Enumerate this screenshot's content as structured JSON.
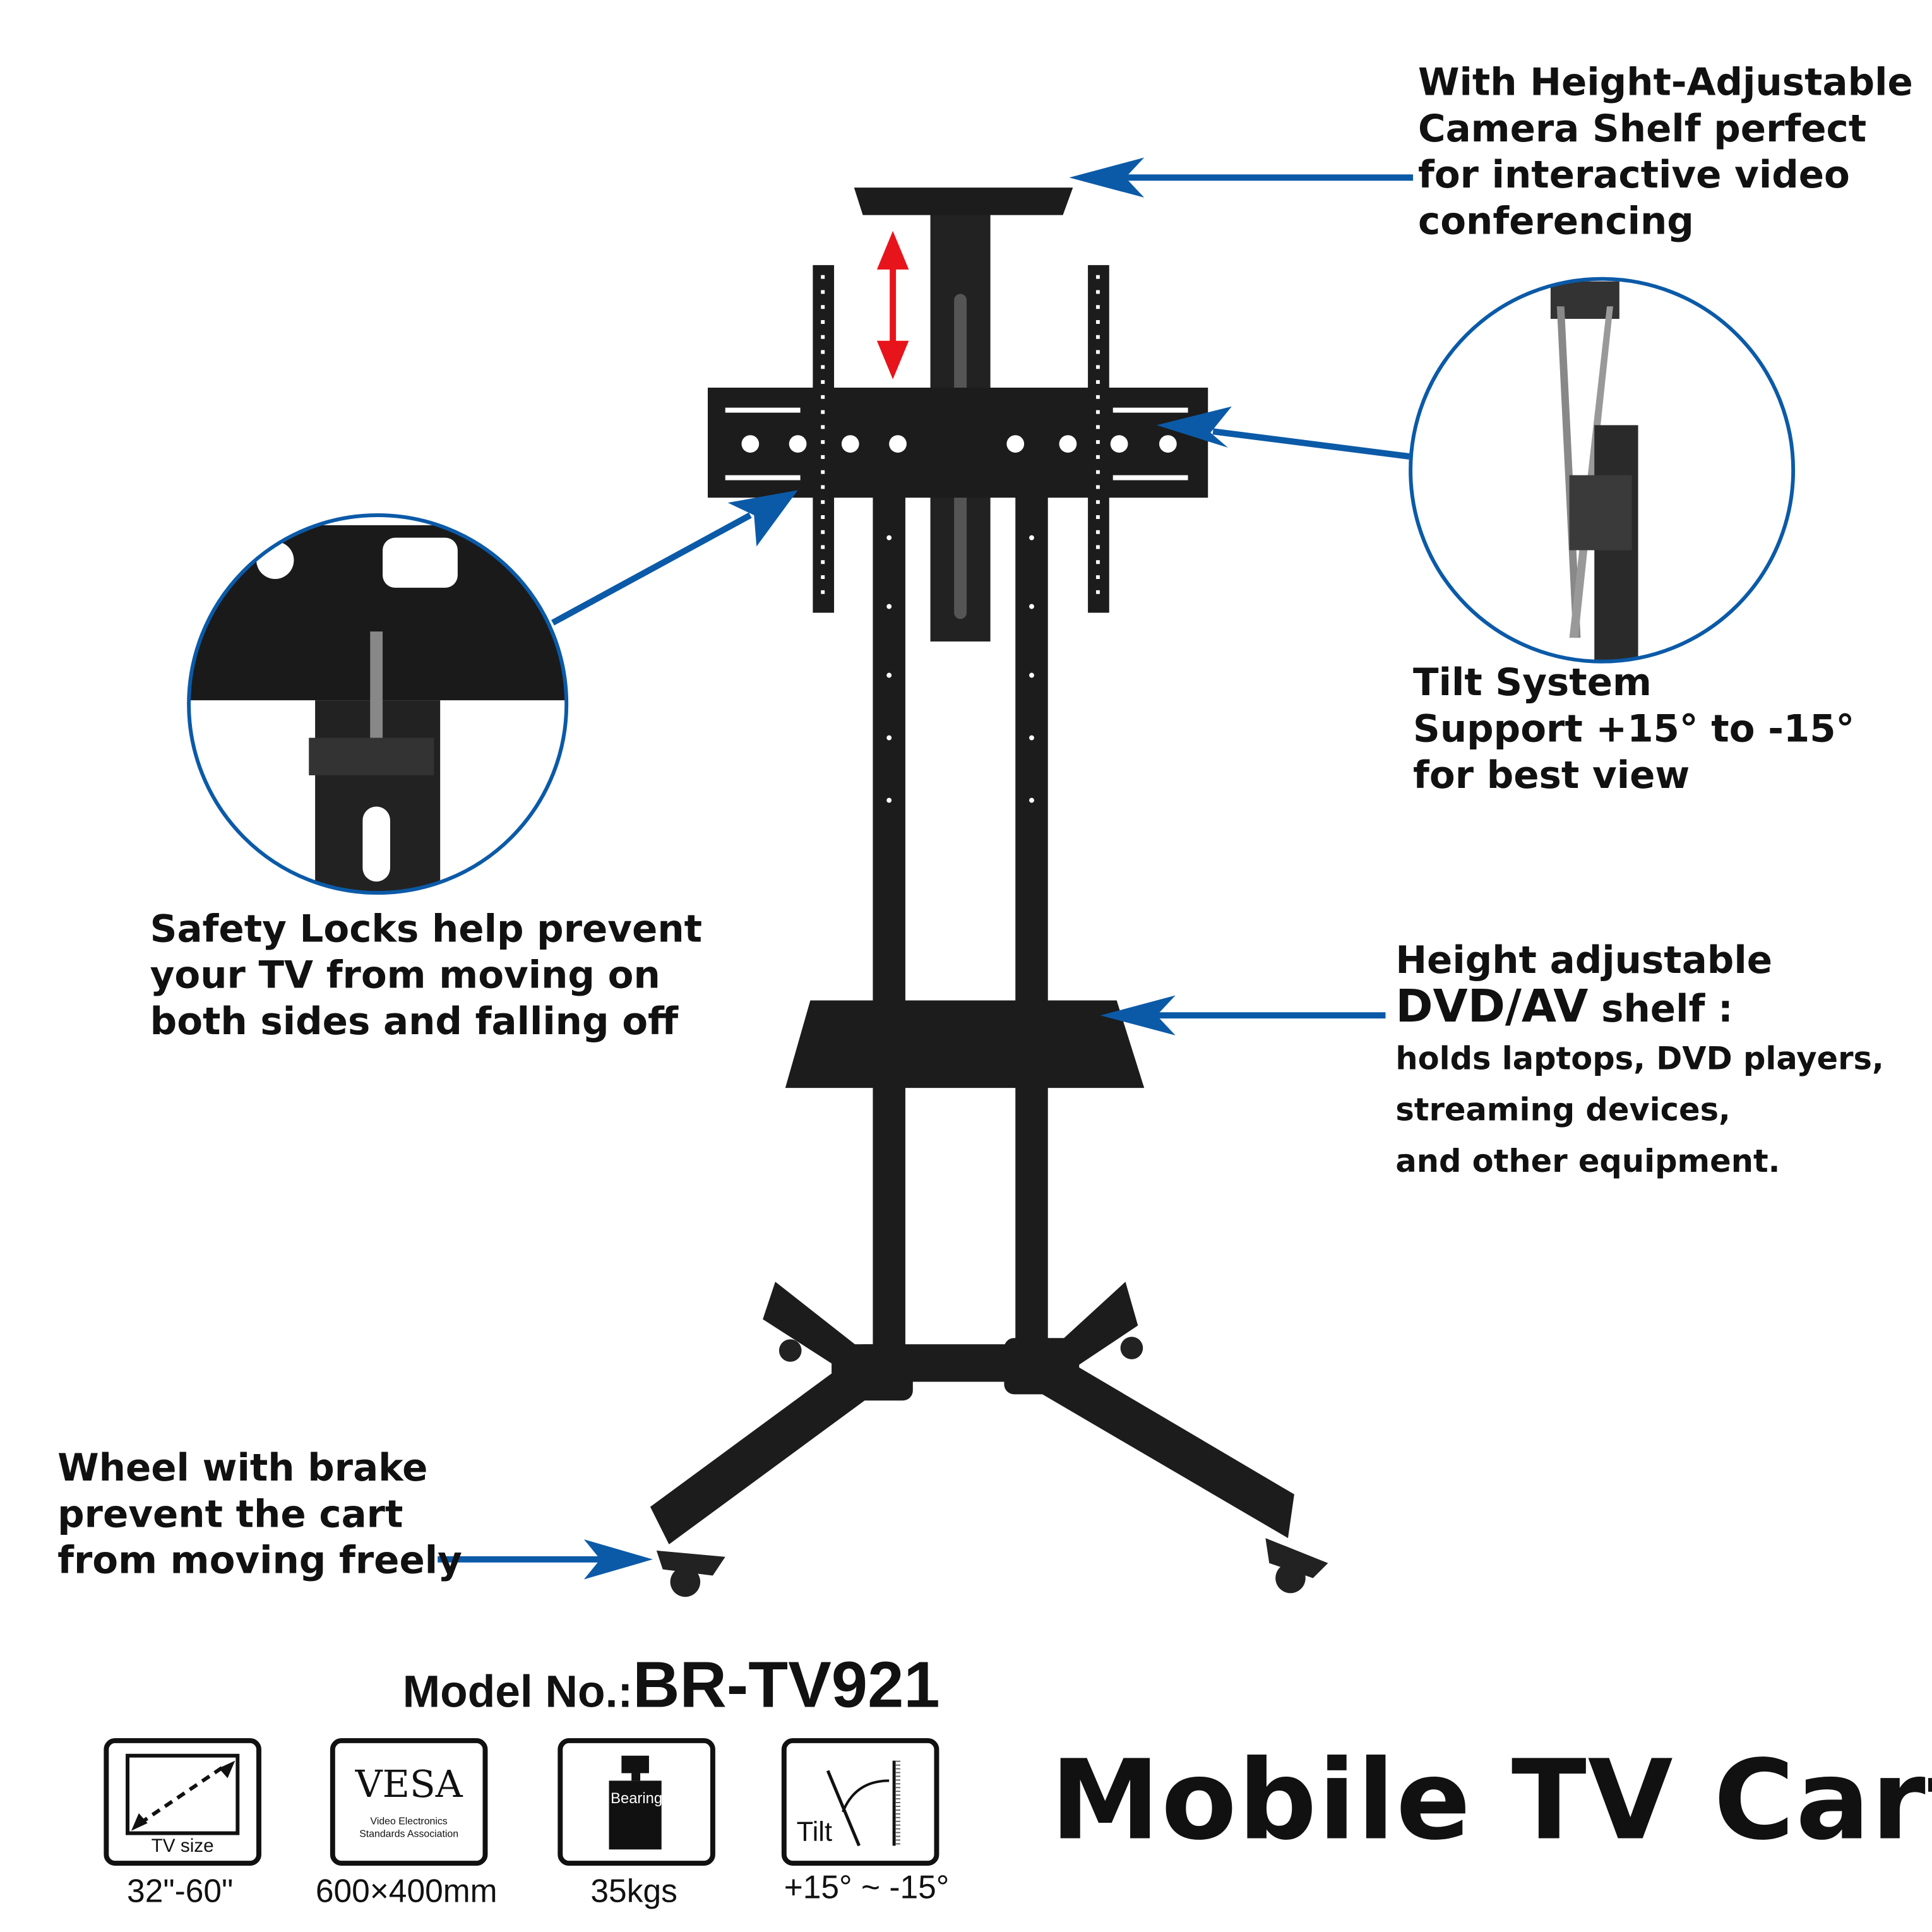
{
  "callouts": {
    "camera_shelf": [
      "With Height-Adjustable",
      "Camera Shelf perfect",
      "for interactive video",
      "conferencing"
    ],
    "tilt": [
      "Tilt System",
      "Support +15° to -15°",
      "for best view"
    ],
    "safety": [
      "Safety Locks help prevent",
      "your TV from moving on",
      "both sides and falling off"
    ],
    "shelf": {
      "line1": "Height adjustable",
      "line2_big": "DVD/AV",
      "line2_rest": " shelf :",
      "details": [
        "holds laptops, DVD players,",
        "streaming devices,",
        "and other equipment."
      ]
    },
    "wheel": [
      "Wheel with brake",
      "prevent the cart",
      "from moving freely"
    ]
  },
  "model": {
    "label": "Model No.:",
    "value": "BR-TV921"
  },
  "title": "Mobile TV Cart",
  "specs": [
    {
      "icon": "tv-size-icon",
      "caption": "TV size",
      "value": "32\"-60\""
    },
    {
      "icon": "vesa-icon",
      "caption": "VESA",
      "subcaption1": "Video Electronics",
      "subcaption2": "Standards Association",
      "value": "600×400mm"
    },
    {
      "icon": "weight-icon",
      "caption": "Bearing",
      "value": "35kgs"
    },
    {
      "icon": "tilt-icon",
      "caption": "Tilt",
      "value": "+15° ~ -15°"
    }
  ],
  "colors": {
    "arrow": "#0b5aa8",
    "height_arrow": "#e8141b",
    "metal": "#1c1c1c"
  }
}
